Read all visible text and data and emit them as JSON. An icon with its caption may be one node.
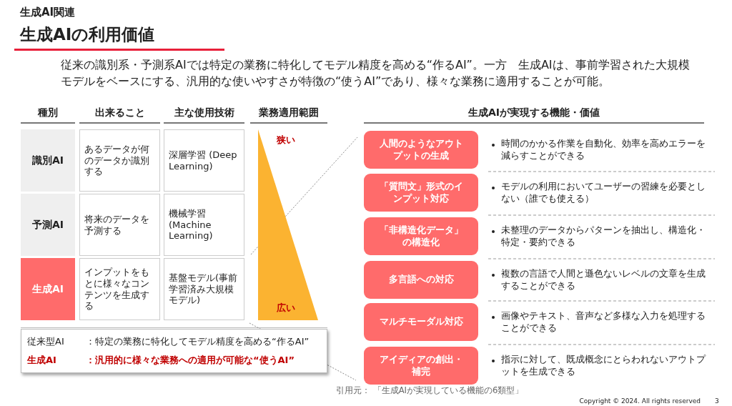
{
  "diagram": {
    "title": "生成AIの利用価値",
    "nodes": [
      {
        "text": [
          "識別AI"
        ]
      },
      {
        "text": [
          "あるデータが何のデータか識別する"
        ]
      },
      {
        "text": [
          "深層学習 (Deep Learning)"
        ]
      },
      {
        "text": [
          "狭い",
          "広い"
        ]
      },
      {
        "text": [
          "予測AI"
        ]
      },
      {
        "text": [
          "将来のデータを予測する"
        ]
      },
      {
        "text": [
          "機械学習 (Machine Learning)"
        ]
      },
      {
        "text": [
          "生成AI"
        ]
      },
      {
        "text": [
          "インプットをもとに様々なコンテンツを生成する"
        ]
      },
      {
        "text": [
          "基盤モデル(事前学習済み大規模モデル)"
        ]
      },
      {
        "text": [
          "従来型AI",
          "：特定の業務に特化してモデル精度を高める“作るAI”",
          "生成AI",
          "：汎用的に様々な業務への適用が可能な“使うAI”"
        ]
      },
      {
        "text": [
          "人間のようなアウトプットの生成"
        ],
        "beside": [
          "時間のかかる作業を自動化、効率を高めエラーを減らすことができる"
        ]
      },
      {
        "text": [
          "「質問文」形式のインプット対応"
        ],
        "beside": [
          "モデルの利用においてユーザーの習練を必要としない（誰でも使える）"
        ]
      },
      {
        "text": [
          "「非構造化データ」の構造化"
        ],
        "beside": [
          "未整理のデータからパターンを抽出し、構造化・特定・要約できる"
        ]
      },
      {
        "text": [
          "多言語への対応"
        ],
        "beside": [
          "複数の言語で人間と遜色ないレベルの文章を生成することができる"
        ]
      },
      {
        "text": [
          "マルチモーダル対応"
        ],
        "beside": [
          "画像やテキスト、音声など多様な入力を処理することができる"
        ]
      },
      {
        "text": [
          "アイディアの創出・補完"
        ],
        "beside": [
          "指示に対して、既成概念にとらわれないアウトプットを生成できる"
        ]
      }
    ],
    "labels": [
      "生成AI関連",
      "従来の識別系・予測系AIでは特定の業務に特化してモデル精度を高める“作るAI”。一方　生成AIは、事前学習された大規模モデルをベースにする、汎用的な使いやすさが特徴の“使うAI”であり、様々な業務に適用することが可能。",
      "種別",
      "出来ること",
      "主な使用技術",
      "業務適用範囲",
      "生成AIが実現する機能・価値",
      "引用元： 「生成AIが実現している機能の6類型」",
      "Copyright © 2024. All rights reserved",
      "3"
    ]
  }
}
